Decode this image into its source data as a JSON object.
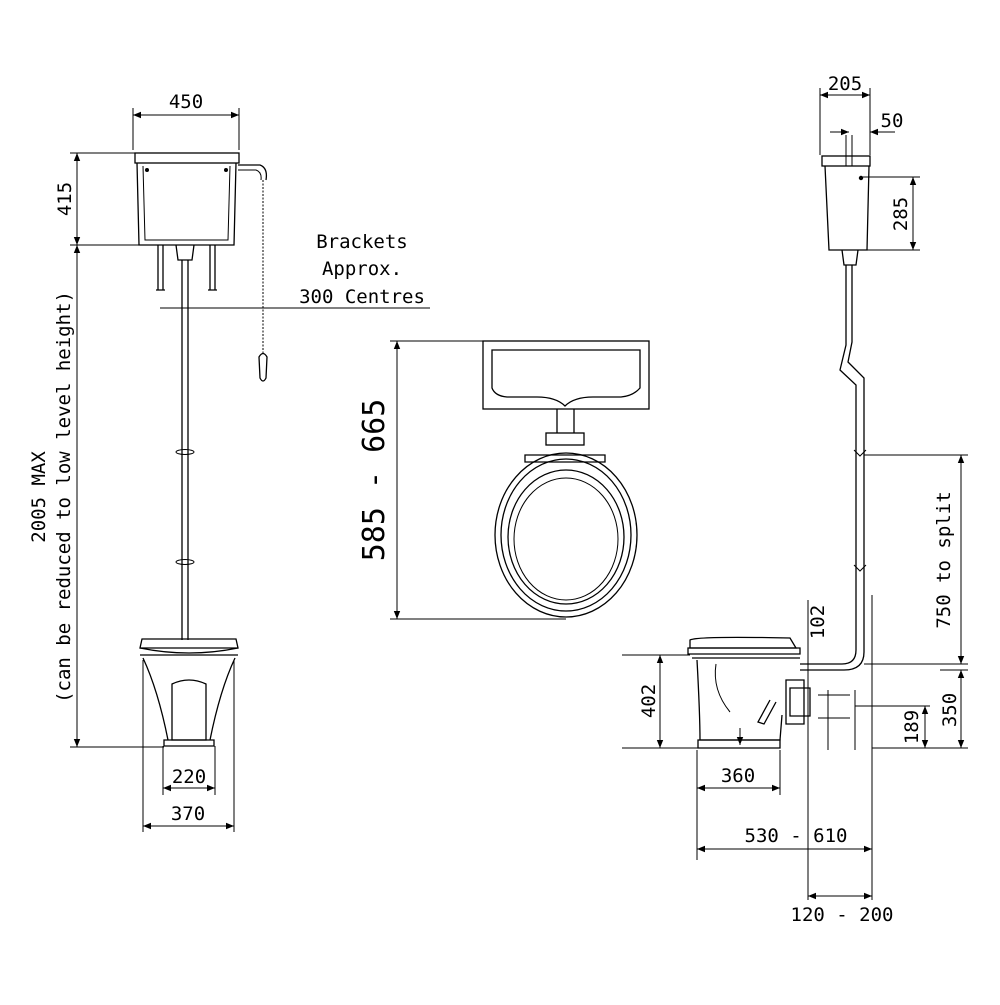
{
  "front_view": {
    "cistern_width": "450",
    "cistern_height": "415",
    "bracket_note_line1": "Brackets",
    "bracket_note_line2": "Approx.",
    "bracket_note_line3": "300 Centres",
    "overall_height_line1": "2005 MAX",
    "overall_height_line2": "(can be reduced to low level height)",
    "outlet_width": "220",
    "pan_width": "370"
  },
  "plan_view": {
    "depth_range": "585 - 665"
  },
  "side_view": {
    "cistern_depth": "205",
    "flush_pipe_offset": "50",
    "cistern_height": "285",
    "split_height": "750 to split",
    "inlet_height": "102",
    "outlet_height": "350",
    "outlet_center_height": "189",
    "pan_height": "402",
    "base_depth": "360",
    "projection_range": "530 - 610",
    "wall_gap_range": "120 - 200"
  }
}
